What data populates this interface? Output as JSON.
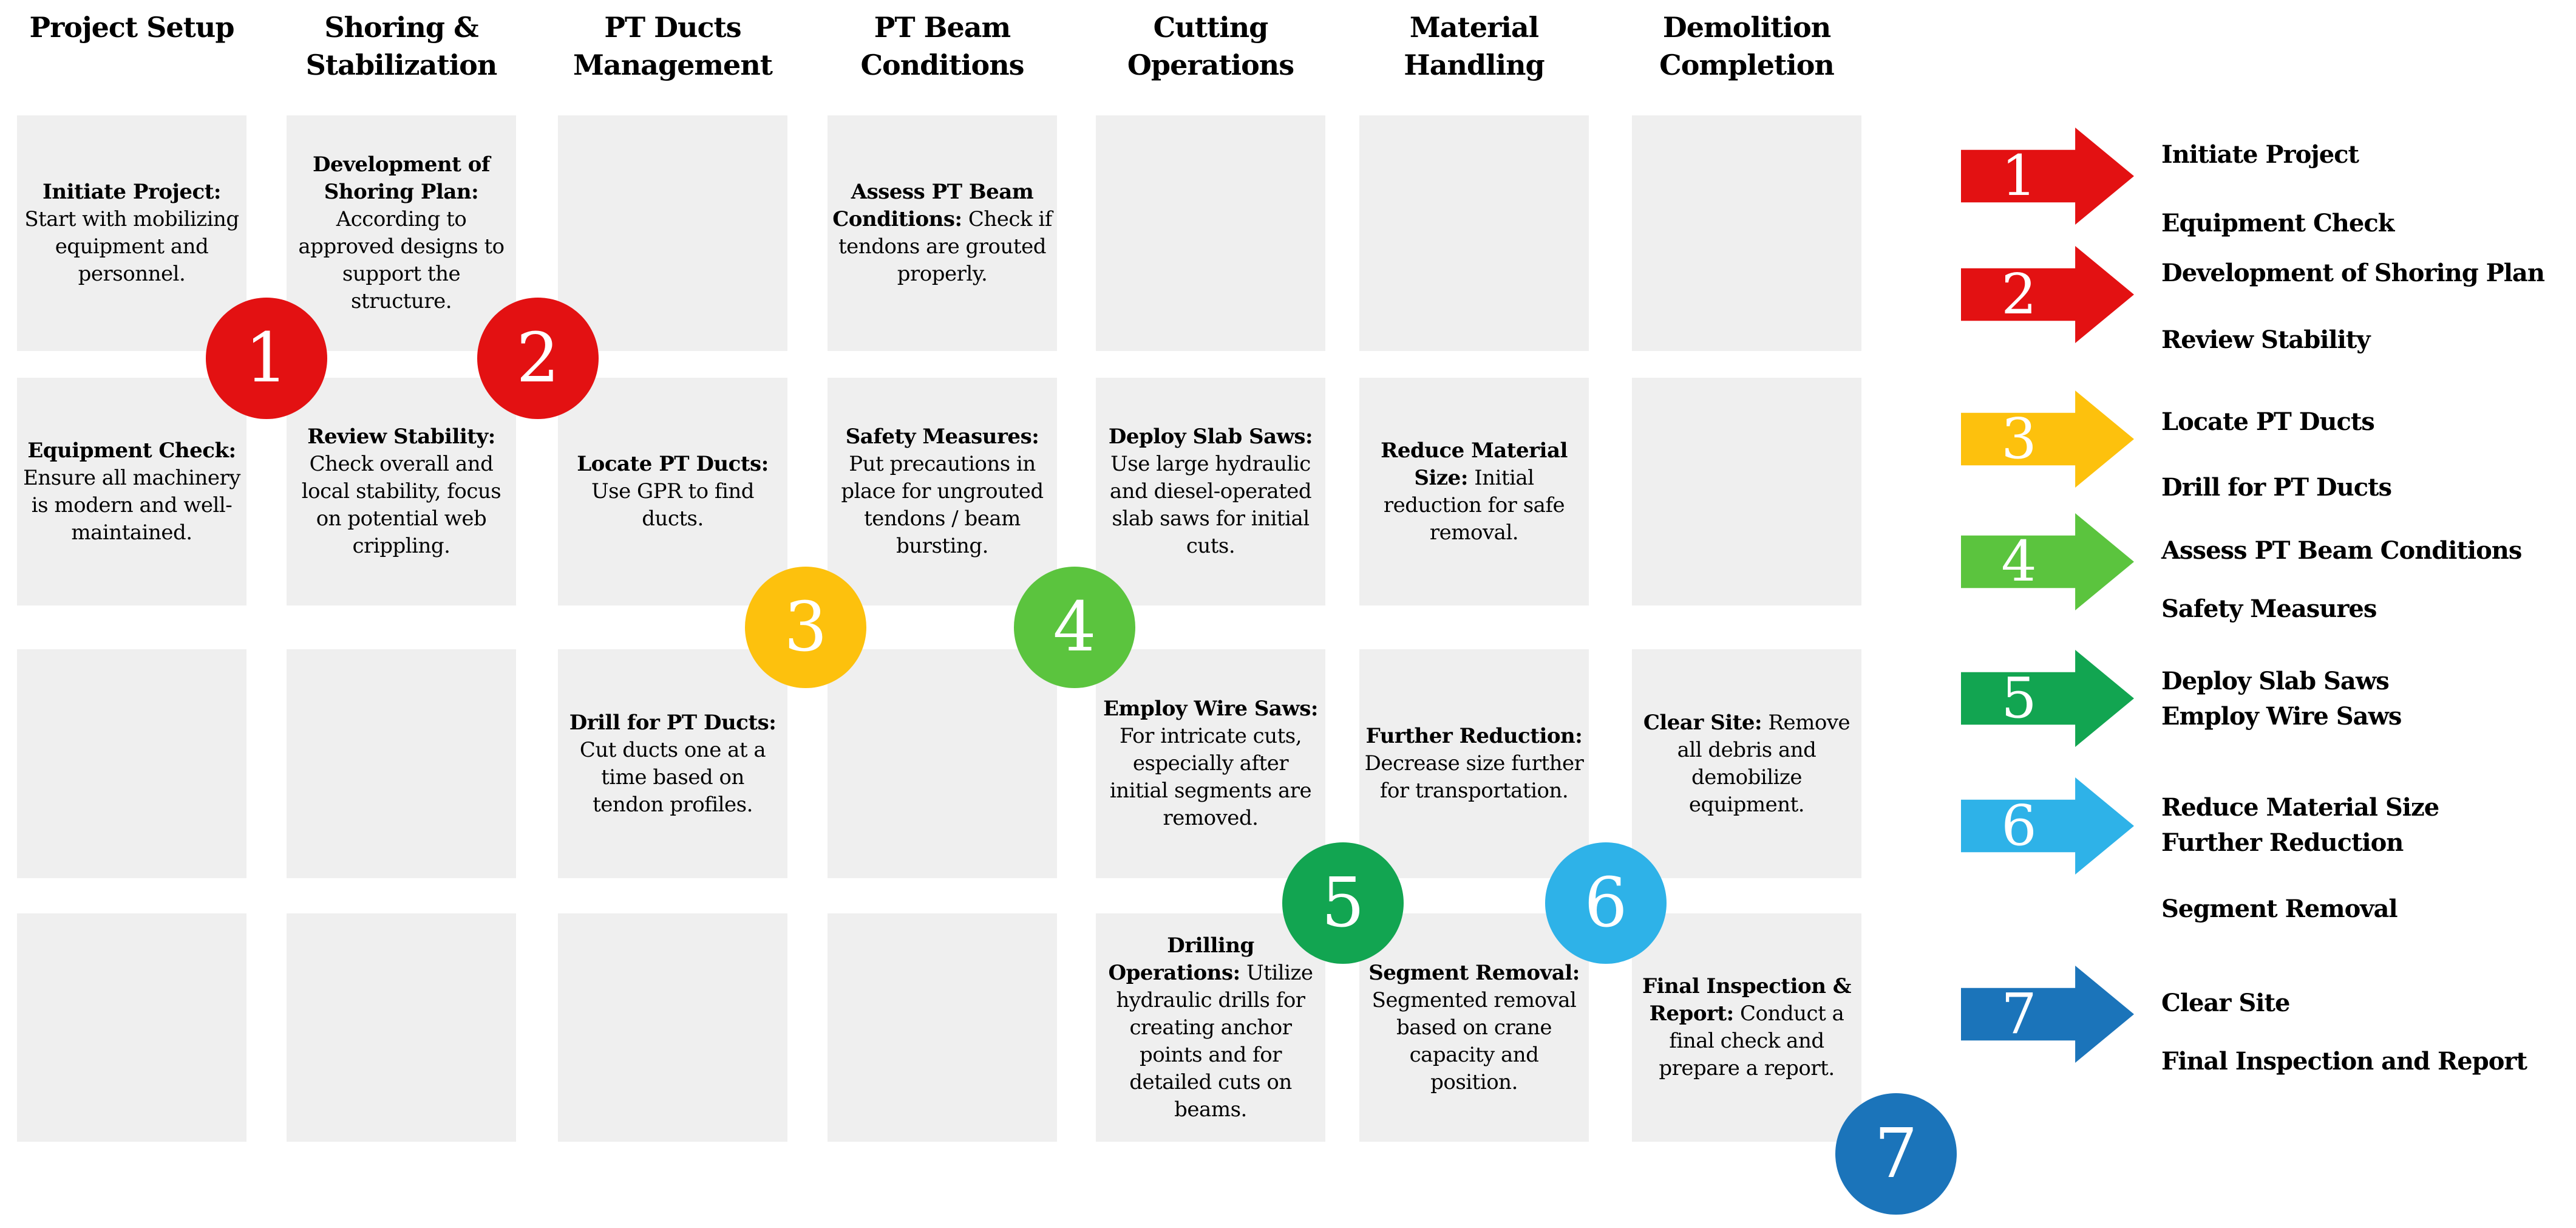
{
  "palette": {
    "cell_background": "#efefef",
    "step1_2": "#e31112",
    "step3": "#fdc10d",
    "step4": "#5bc43e",
    "step5": "#12a551",
    "step6": "#2eb2e8",
    "step7": "#1b74ba"
  },
  "columns": [
    {
      "header": "Project Setup",
      "cells": [
        {
          "lead": "Initiate Project:",
          "rest": "Start with mobilizing equipment and personnel."
        },
        {
          "lead": "Equipment Check:",
          "rest": "Ensure all machinery is modern and well-maintained."
        },
        null,
        null
      ]
    },
    {
      "header": "Shoring & Stabilization",
      "cells": [
        {
          "lead": "Development of Shoring Plan:",
          "rest": "According to approved designs to support the structure."
        },
        {
          "lead": "Review Stability:",
          "rest": "Check overall and local stability, focus on potential web crippling."
        },
        null,
        null
      ]
    },
    {
      "header": "PT Ducts Management",
      "cells": [
        null,
        {
          "lead": "Locate PT Ducts:",
          "rest": "Use GPR to find ducts."
        },
        {
          "lead": "Drill for PT Ducts:",
          "rest": "Cut ducts one at a time based on tendon profiles."
        },
        null
      ]
    },
    {
      "header": "PT Beam Conditions",
      "cells": [
        {
          "lead": "Assess PT Beam Conditions:",
          "rest": "Check if tendons are grouted properly."
        },
        {
          "lead": "Safety Measures:",
          "rest": "Put precautions in place for ungrouted tendons / beam bursting."
        },
        null,
        null
      ]
    },
    {
      "header": "Cutting Operations",
      "cells": [
        null,
        {
          "lead": "Deploy Slab Saws:",
          "rest": "Use large hydraulic and diesel-operated slab saws for initial cuts."
        },
        {
          "lead": "Employ Wire Saws:",
          "rest": "For intricate cuts, especially after initial segments are removed."
        },
        {
          "lead": "Drilling Operations:",
          "rest": "Utilize hydraulic drills for creating anchor points and for detailed cuts on beams."
        }
      ]
    },
    {
      "header": "Material Handling",
      "cells": [
        null,
        {
          "lead": "Reduce Material Size:",
          "rest": "Initial reduction for safe removal."
        },
        {
          "lead": "Further Reduction:",
          "rest": "Decrease size further for transportation."
        },
        {
          "lead": "Segment Removal:",
          "rest": "Segmented removal based on crane capacity and position."
        }
      ]
    },
    {
      "header": "Demolition Completion",
      "cells": [
        null,
        null,
        {
          "lead": "Clear Site:",
          "rest": "Remove all debris and demobilize equipment."
        },
        {
          "lead": "Final Inspection & Report:",
          "rest": "Conduct a final check and prepare a report."
        }
      ]
    }
  ],
  "markers": [
    {
      "number": "1",
      "color": "#e31112"
    },
    {
      "number": "2",
      "color": "#e31112"
    },
    {
      "number": "3",
      "color": "#fdc10d"
    },
    {
      "number": "4",
      "color": "#5bc43e"
    },
    {
      "number": "5",
      "color": "#12a551"
    },
    {
      "number": "6",
      "color": "#2eb2e8"
    },
    {
      "number": "7",
      "color": "#1b74ba"
    }
  ],
  "legend": {
    "items": [
      {
        "number": "1",
        "color": "#e31112",
        "labels": [
          "Initiate Project",
          "Equipment Check"
        ]
      },
      {
        "number": "2",
        "color": "#e31112",
        "labels": [
          "Development of Shoring Plan",
          "Review Stability"
        ]
      },
      {
        "number": "3",
        "color": "#fdc10d",
        "labels": [
          "Locate PT Ducts",
          "Drill for PT Ducts"
        ]
      },
      {
        "number": "4",
        "color": "#5bc43e",
        "labels": [
          "Assess PT Beam Conditions",
          "Safety Measures"
        ]
      },
      {
        "number": "5",
        "color": "#12a551",
        "labels": [
          "Deploy Slab Saws",
          "Employ Wire Saws"
        ]
      },
      {
        "number": "6",
        "color": "#2eb2e8",
        "labels": [
          "Reduce Material Size",
          "Further Reduction",
          "Segment Removal"
        ]
      },
      {
        "number": "7",
        "color": "#1b74ba",
        "labels": [
          "Clear Site",
          "Final Inspection and Report"
        ]
      }
    ]
  }
}
